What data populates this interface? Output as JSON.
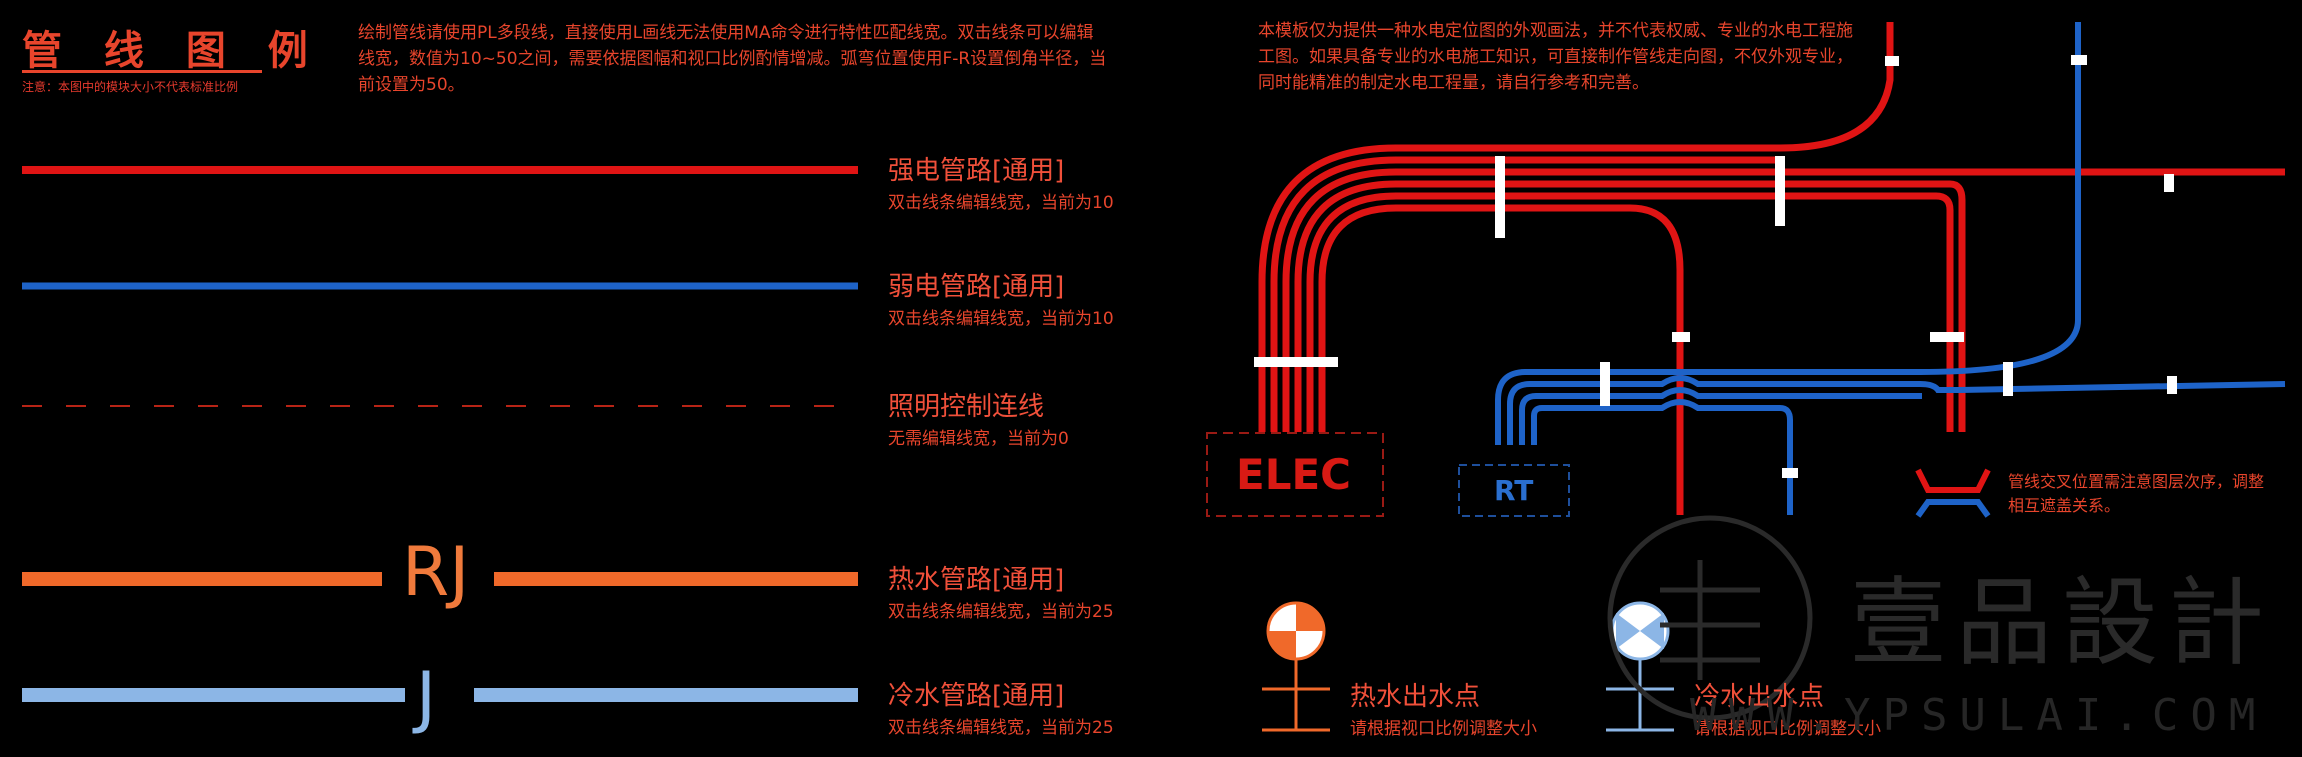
{
  "header": {
    "title": "管 线 图 例",
    "note": "注意：本图中的模块大小不代表标准比例"
  },
  "descriptions": {
    "left": "绘制管线请使用PL多段线，直接使用L画线无法使用MA命令进行特性匹配线宽。双击线条可以编辑线宽，数值为10~50之间，需要依据图幅和视口比例酌情增减。弧弯位置使用F-R设置倒角半径，当前设置为50。",
    "right": "本模板仅为提供一种水电定位图的外观画法，并不代表权威、专业的水电工程施工图。如果具备专业的水电施工知识，可直接制作管线走向图，不仅外观专业，同时能精准的制定水电工程量，请自行参考和完善。"
  },
  "legend": [
    {
      "title": "强电管路[通用]",
      "sub": "双击线条编辑线宽，当前为10"
    },
    {
      "title": "弱电管路[通用]",
      "sub": "双击线条编辑线宽，当前为10"
    },
    {
      "title": "照明控制连线",
      "sub": "无需编辑线宽，当前为0"
    },
    {
      "title": "热水管路[通用]",
      "sub": "双击线条编辑线宽，当前为25"
    },
    {
      "title": "冷水管路[通用]",
      "sub": "双击线条编辑线宽，当前为25"
    }
  ],
  "pipe_marks": {
    "hot": "RJ",
    "cold": "J"
  },
  "boxes": {
    "elec": "ELEC",
    "rt": "RT"
  },
  "crossing_note": "管线交叉位置需注意图层次序，调整相互遮盖关系。",
  "outlets": {
    "hot": {
      "title": "热水出水点",
      "sub": "请根据视口比例调整大小"
    },
    "cold": {
      "title": "冷水出水点",
      "sub": "请根据视口比例调整大小"
    }
  },
  "watermark": {
    "text": "壹品設計",
    "url": "WWW.YPSULAI.COM"
  },
  "colors": {
    "strong": "#e01414",
    "weak": "#1e63c8",
    "hot": "#f0692a",
    "cold": "#8cb6e6",
    "text": "#e8452c",
    "white": "#ffffff"
  }
}
